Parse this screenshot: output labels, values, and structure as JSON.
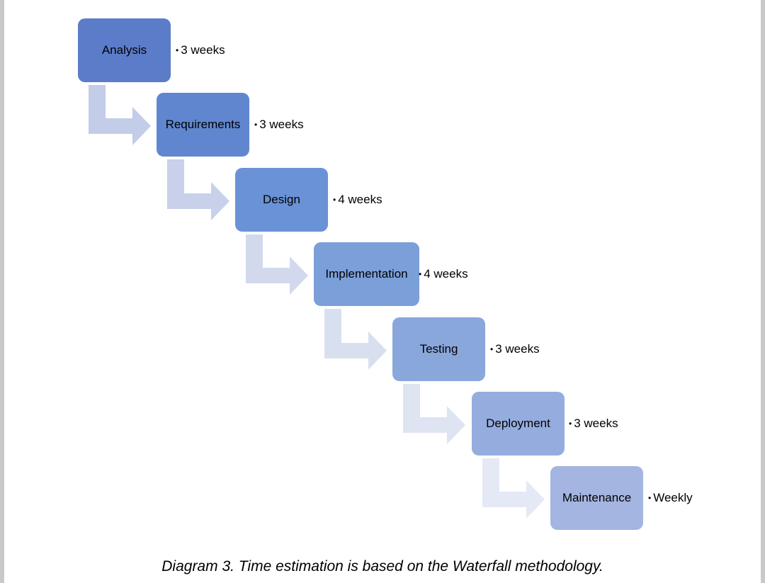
{
  "steps": [
    {
      "label": "Analysis",
      "duration": "3 weeks",
      "color": "#5b7cc9"
    },
    {
      "label": "Requirements",
      "duration": "3 weeks",
      "color": "#6086cf"
    },
    {
      "label": "Design",
      "duration": "4 weeks",
      "color": "#6a92d6"
    },
    {
      "label": "Implementation",
      "duration": "4 weeks",
      "color": "#7b9fd8"
    },
    {
      "label": "Testing",
      "duration": "3 weeks",
      "color": "#8aa7dc"
    },
    {
      "label": "Deployment",
      "duration": "3 weeks",
      "color": "#94acde"
    },
    {
      "label": "Maintenance",
      "duration": "Weekly",
      "color": "#a3b5e0"
    }
  ],
  "arrow_colors": [
    "#c3cce9",
    "#c8d0ea",
    "#d2d9ec",
    "#d8e0f0",
    "#dee4f2",
    "#e4e9f5"
  ],
  "bullet_char": "•",
  "caption": "Diagram 3. Time estimation is based on the Waterfall methodology."
}
